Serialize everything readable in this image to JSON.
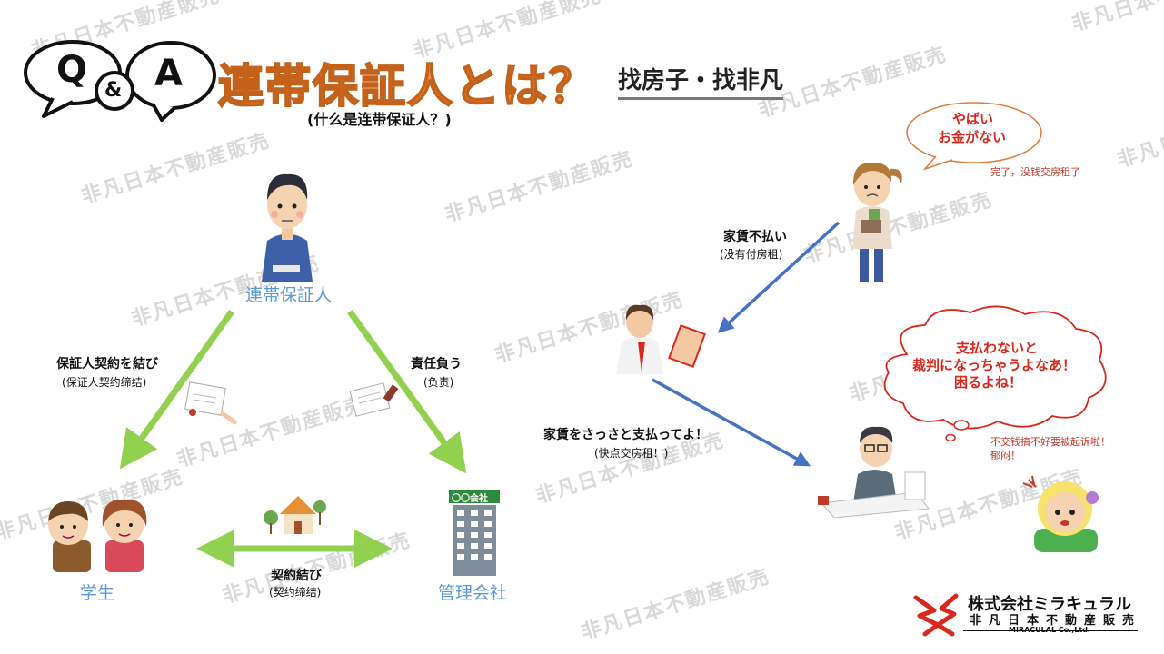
{
  "header": {
    "qa": {
      "q": "Q",
      "amp": "&",
      "a": "A"
    },
    "title": "連帯保証人とは？",
    "subtitle": "(什么是连带保证人？)",
    "brand": "找房子・找非凡"
  },
  "watermark": "非凡日本不動産販売",
  "roles": {
    "guarantor": "連帯保証人",
    "student": "学生",
    "company": "管理会社",
    "company_sign": "〇〇会社"
  },
  "arrows": {
    "contract_guarantor": {
      "label": "保証人契約を結び",
      "sub": "(保证人契约缔结)"
    },
    "responsibility": {
      "label": "責任負う",
      "sub": "(负责)"
    },
    "contract": {
      "label": "契約結び",
      "sub": "(契约缔结)"
    },
    "rent_unpaid": {
      "label": "家賃不払い",
      "sub": "(没有付房租)"
    },
    "pay_rent": {
      "label": "家賃をさっさと支払ってよ！",
      "sub": "(快点交房租！)"
    }
  },
  "bubbles": {
    "tenant": {
      "line1": "やばい",
      "line2": "お金がない",
      "translation": "完了，没钱交房租了"
    },
    "guarantor_worry": {
      "line1": "支払わないと",
      "line2": "裁判になっちゃうよなあ！",
      "line3": "困るよね！",
      "translation1": "不交钱搞不好要被起诉啦！",
      "translation2": "郁闷！"
    }
  },
  "company_logo": {
    "name": "株式会社ミラキュラル",
    "sub": "非凡日本不動産販売",
    "en": "MIRACULAL Co.,Ltd."
  },
  "colors": {
    "title_orange": "#f08a3c",
    "role_blue": "#5b9bd5",
    "arrow_green": "#92d050",
    "arrow_blue": "#4472c4",
    "bubble_red": "#d9281c"
  }
}
